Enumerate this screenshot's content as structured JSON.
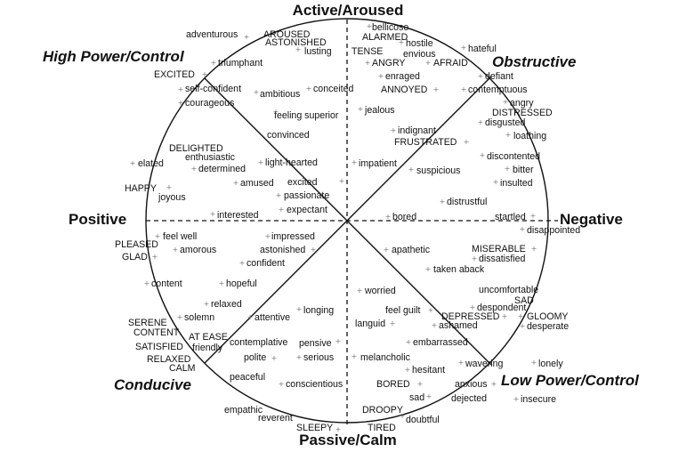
{
  "axes": {
    "top": "Active/Aroused",
    "bottom": "Passive/Calm",
    "left": "Positive",
    "right": "Negative"
  },
  "quadrants": {
    "upper_left": "High Power/Control",
    "upper_right": "Obstructive",
    "lower_left": "Conducive",
    "lower_right": "Low Power/Control"
  },
  "colors": {
    "ink": "#111111",
    "marker": "#777777"
  },
  "terms": [
    "adventurous",
    "AROUSED",
    "ASTONISHED",
    "lusting",
    "triumphant",
    "EXCITED",
    "self-confident",
    "courageous",
    "ambitious",
    "conceited",
    "feeling superior",
    "convinced",
    "DELIGHTED",
    "enthusiastic",
    "elated",
    "determined",
    "light-hearted",
    "amused",
    "excited",
    "HAPPY",
    "joyous",
    "passionate",
    "expectant",
    "interested",
    "impressed",
    "feel well",
    "PLEASED",
    "amorous",
    "astonished",
    "GLAD",
    "confident",
    "content",
    "hopeful",
    "relaxed",
    "SERENE",
    "solemn",
    "attentive",
    "longing",
    "CONTENT",
    "AT EASE",
    "friendly",
    "contemplative",
    "pensive",
    "SATISFIED",
    "RELAXED",
    "polite",
    "serious",
    "CALM",
    "peaceful",
    "conscientious",
    "empathic",
    "reverent",
    "SLEEPY",
    "TIRED",
    "DROOPY",
    "doubtful",
    "bellicose",
    "ALARMED",
    "hostile",
    "TENSE",
    "envious",
    "hateful",
    "ANGRY",
    "AFRAID",
    "enraged",
    "defiant",
    "ANNOYED",
    "contemptuous",
    "angry",
    "DISTRESSED",
    "jealous",
    "disgusted",
    "indignant",
    "loathing",
    "FRUSTRATED",
    "impatient",
    "suspicious",
    "discontented",
    "bitter",
    "insulted",
    "distrustful",
    "bored",
    "startled",
    "disappointed",
    "apathetic",
    "MISERABLE",
    "dissatisfied",
    "taken aback",
    "worried",
    "uncomfortable",
    "SAD",
    "feel guilt",
    "despondent",
    "DEPRESSED",
    "GLOOMY",
    "languid",
    "ashamed",
    "desperate",
    "embarrassed",
    "melancholic",
    "wavering",
    "lonely",
    "hesitant",
    "BORED",
    "anxious",
    "sad",
    "dejected",
    "insecure"
  ]
}
